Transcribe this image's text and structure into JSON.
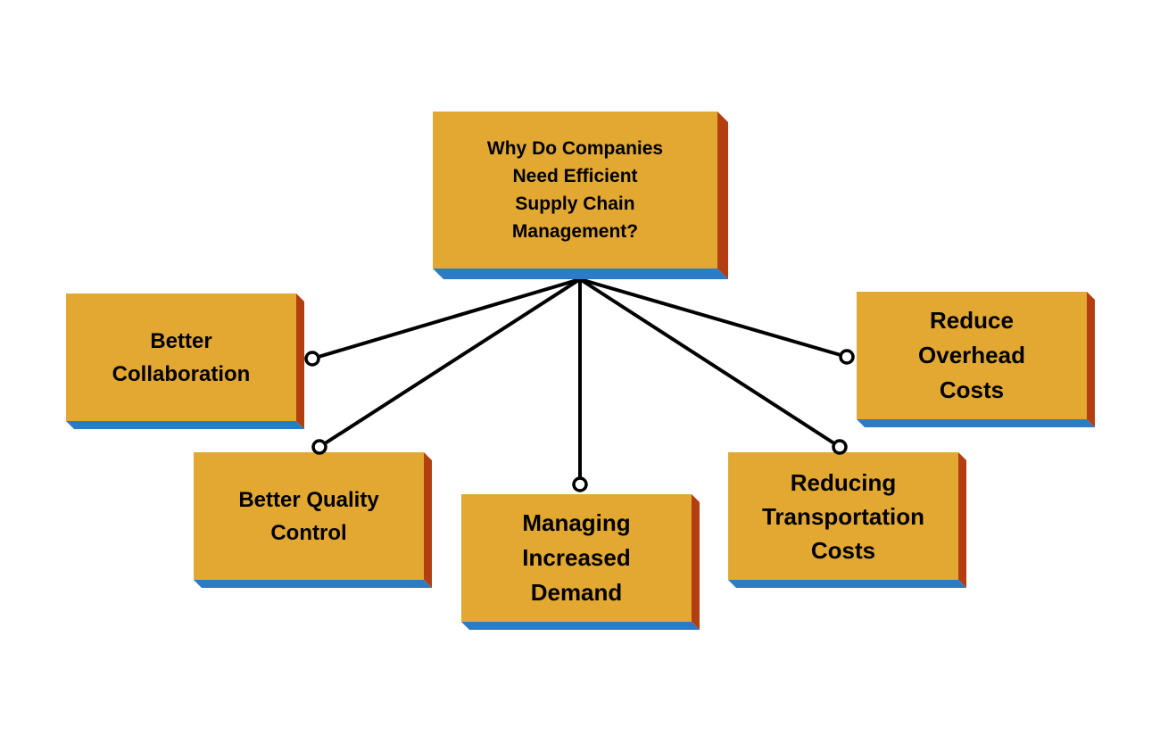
{
  "colors": {
    "box_face": "#E2A832",
    "box_right_side": "#B23E12",
    "box_bottom_side": "#2B7BC6",
    "connector": "#000000",
    "background": "#FFFFFF"
  },
  "center": {
    "label": "Why Do Companies\nNeed Efficient\nSupply Chain\nManagement?"
  },
  "branches": [
    {
      "label": "Better\nCollaboration"
    },
    {
      "label": "Better Quality\nControl"
    },
    {
      "label": "Managing\nIncreased\nDemand"
    },
    {
      "label": "Reducing\nTransportation\nCosts"
    },
    {
      "label": "Reduce\nOverhead\nCosts"
    }
  ]
}
